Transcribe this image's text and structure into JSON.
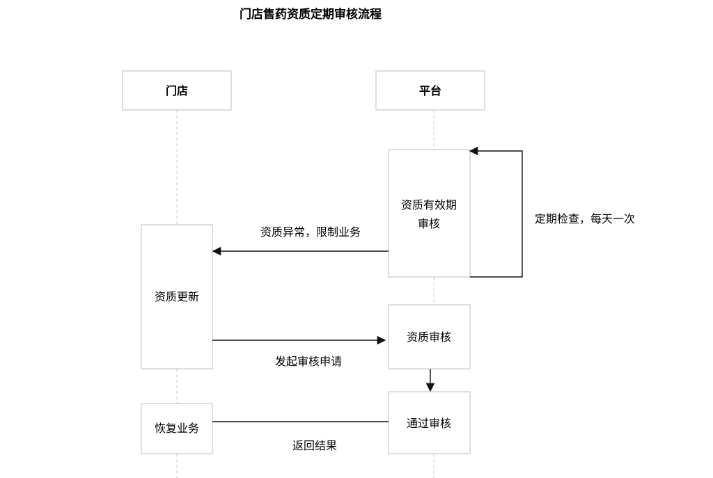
{
  "title": "门店售药资质定期审核流程",
  "lanes": {
    "store": "门店",
    "platform": "平台"
  },
  "boxes": {
    "qualification_validity_line1": "资质有效期",
    "qualification_validity_line2": "审核",
    "qualification_update": "资质更新",
    "qualification_review": "资质审核",
    "review_passed": "通过审核",
    "resume_business": "恢复业务"
  },
  "messages": {
    "periodic_check": "定期检查，每天一次",
    "abnormal_restrict": "资质异常，限制业务",
    "submit_review": "发起审核申请",
    "return_result": "返回结果"
  },
  "colors": {
    "box_border": "#c8c8c8",
    "lifeline": "#c8c8c8",
    "arrow": "#111111"
  }
}
